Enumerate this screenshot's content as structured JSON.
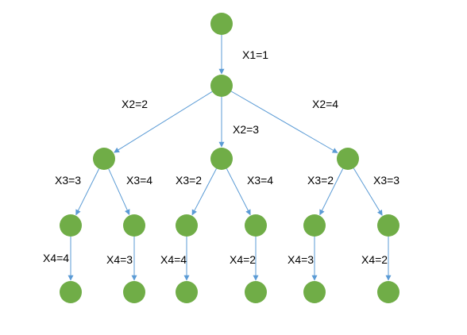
{
  "diagram": {
    "nodes": [
      "root",
      "x2a",
      "x3a",
      "x3b",
      "x3c",
      "x4a",
      "x4b",
      "x4c",
      "x4d",
      "x4e",
      "x4f",
      "l1",
      "l2",
      "l3",
      "l4",
      "l5",
      "l6"
    ],
    "edges": [
      {
        "from": "root",
        "to": "x2a",
        "label": "X1=1"
      },
      {
        "from": "x2a",
        "to": "x3a",
        "label": "X2=2"
      },
      {
        "from": "x2a",
        "to": "x3b",
        "label": "X2=3"
      },
      {
        "from": "x2a",
        "to": "x3c",
        "label": "X2=4"
      },
      {
        "from": "x3a",
        "to": "x4a",
        "label": "X3=3"
      },
      {
        "from": "x3a",
        "to": "x4b",
        "label": "X3=4"
      },
      {
        "from": "x3b",
        "to": "x4c",
        "label": "X3=2"
      },
      {
        "from": "x3b",
        "to": "x4d",
        "label": "X3=4"
      },
      {
        "from": "x3c",
        "to": "x4e",
        "label": "X3=2"
      },
      {
        "from": "x3c",
        "to": "x4f",
        "label": "X3=3"
      },
      {
        "from": "x4a",
        "to": "l1",
        "label": "X4=4"
      },
      {
        "from": "x4b",
        "to": "l2",
        "label": "X4=3"
      },
      {
        "from": "x4c",
        "to": "l3",
        "label": "X4=4"
      },
      {
        "from": "x4d",
        "to": "l4",
        "label": "X4=2"
      },
      {
        "from": "x4e",
        "to": "l5",
        "label": "X4=3"
      },
      {
        "from": "x4f",
        "to": "l6",
        "label": "X4=2"
      }
    ]
  },
  "colors": {
    "node": "#70ad47",
    "edge": "#5b9bd5",
    "label": "#000000"
  }
}
